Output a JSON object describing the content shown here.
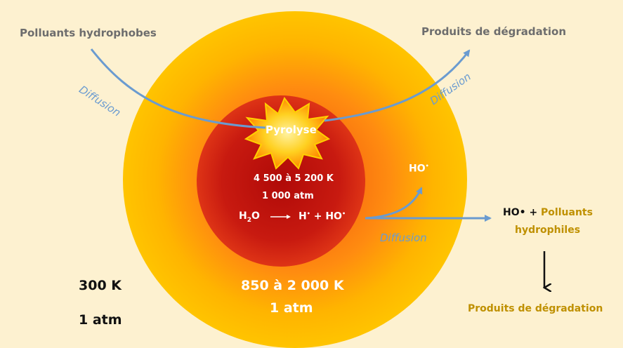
{
  "diagram": {
    "labels": {
      "hydrophobic_pollutants": "Polluants hydrophobes",
      "degradation_products_top": "Produits de dégradation",
      "diffusion_left": "Diffusion",
      "diffusion_right": "Diffusion",
      "diffusion_bottom": "Diffusion",
      "pyrolysis": "Pyrolyse",
      "core_temperature": "4 500 à 5 200 K",
      "core_pressure": "1 000 atm",
      "reaction_reactant": "H",
      "reaction_reactant_sub": "2",
      "reaction_reactant_tail": "O",
      "reaction_products": "H",
      "reaction_dot": "•",
      "reaction_plus": " + HO",
      "reaction_dot2": "•",
      "hydroxyl_radical": "HO",
      "hydroxyl_dot": "•",
      "shell_temperature": "850 à 2 000 K",
      "shell_pressure": "1 atm",
      "bulk_temperature": "300 K",
      "bulk_pressure": "1 atm",
      "ho_plus": "HO• + ",
      "hydrophilic_line1": "Polluants",
      "hydrophilic_line2": "hydrophiles",
      "degradation_products_bottom": "Produits de dégradation"
    },
    "colors": {
      "background": "#fdf1d0",
      "outer_shell": "#ffc000",
      "core": "#e03a1a",
      "arrow_blue": "#6a9bd0",
      "gold_text": "#bf9000",
      "grey_text": "#6d6d6d"
    }
  }
}
